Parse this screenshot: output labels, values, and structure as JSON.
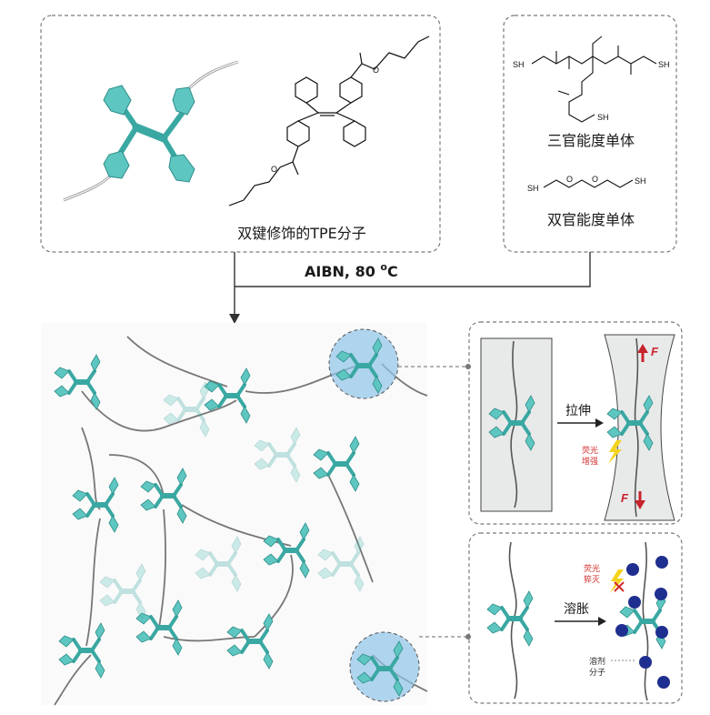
{
  "top_left": {
    "caption": "双键修饰的TPE分子"
  },
  "top_right": {
    "trifunctional_label": "三官能度单体",
    "difunctional_label": "双官能度单体",
    "sh_group": "SH",
    "o_atom": "O"
  },
  "reaction": {
    "condition": "AIBN, 80 ",
    "degree_sup": "o",
    "degree_unit": "C"
  },
  "panel_stretch": {
    "action": "拉伸",
    "force_top": "F",
    "force_bottom": "F",
    "effect_line1": "荧光",
    "effect_line2": "增强"
  },
  "panel_swell": {
    "action": "溶胀",
    "effect_line1": "荧光",
    "effect_line2": "猝灭",
    "solvent_line1": "溶剂",
    "solvent_line2": "分子"
  },
  "colors": {
    "teal": "#5ec6c0",
    "teal_dark": "#2e8d89",
    "teal_faint": "#cdebe9",
    "bubble": "#8fc3e8",
    "force_red": "#c8232c",
    "effect_red": "#d42a2a",
    "lightning": "#f5d31c",
    "solvent_blue": "#1f2f8f",
    "panel_grey": "#e8e9e9"
  }
}
